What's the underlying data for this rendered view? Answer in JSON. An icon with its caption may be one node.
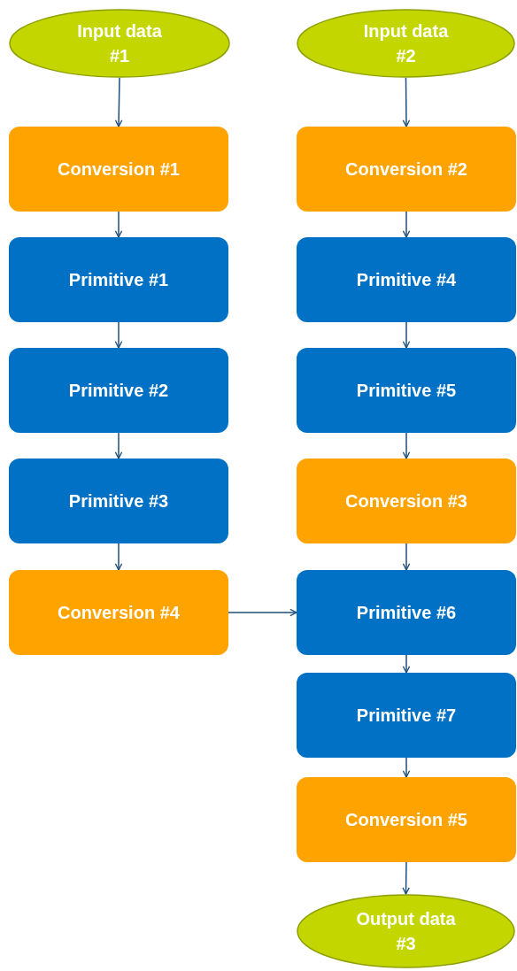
{
  "diagram": {
    "nodes": [
      {
        "text": [
          "Input data #1"
        ]
      },
      {
        "text": [
          "Conversion #1"
        ]
      },
      {
        "text": [
          "Primitive #1"
        ]
      },
      {
        "text": [
          "Primitive #2"
        ]
      },
      {
        "text": [
          "Primitive #3"
        ]
      },
      {
        "text": [
          "Conversion #4"
        ]
      },
      {
        "text": [
          "Input data #2"
        ]
      },
      {
        "text": [
          "Conversion #2"
        ]
      },
      {
        "text": [
          "Primitive #4"
        ]
      },
      {
        "text": [
          "Primitive #5"
        ]
      },
      {
        "text": [
          "Conversion #3"
        ]
      },
      {
        "text": [
          "Primitive #6"
        ]
      },
      {
        "text": [
          "Primitive #7"
        ]
      },
      {
        "text": [
          "Conversion #5"
        ]
      },
      {
        "text": [
          "Output data #3"
        ]
      }
    ],
    "edges": [
      {
        "from": 0,
        "to": 1,
        "arrow": "to"
      },
      {
        "from": 1,
        "to": 2,
        "arrow": "to"
      },
      {
        "from": 2,
        "to": 3,
        "arrow": "to"
      },
      {
        "from": 3,
        "to": 4,
        "arrow": "to"
      },
      {
        "from": 4,
        "to": 5,
        "arrow": "to"
      },
      {
        "from": 5,
        "to": 11,
        "arrow": "to"
      },
      {
        "from": 6,
        "to": 7,
        "arrow": "to"
      },
      {
        "from": 7,
        "to": 8,
        "arrow": "to"
      },
      {
        "from": 8,
        "to": 9,
        "arrow": "to"
      },
      {
        "from": 9,
        "to": 10,
        "arrow": "to"
      },
      {
        "from": 10,
        "to": 11,
        "arrow": "to"
      },
      {
        "from": 11,
        "to": 12,
        "arrow": "to"
      },
      {
        "from": 12,
        "to": 13,
        "arrow": "to"
      },
      {
        "from": 13,
        "to": 14,
        "arrow": "to"
      }
    ]
  }
}
